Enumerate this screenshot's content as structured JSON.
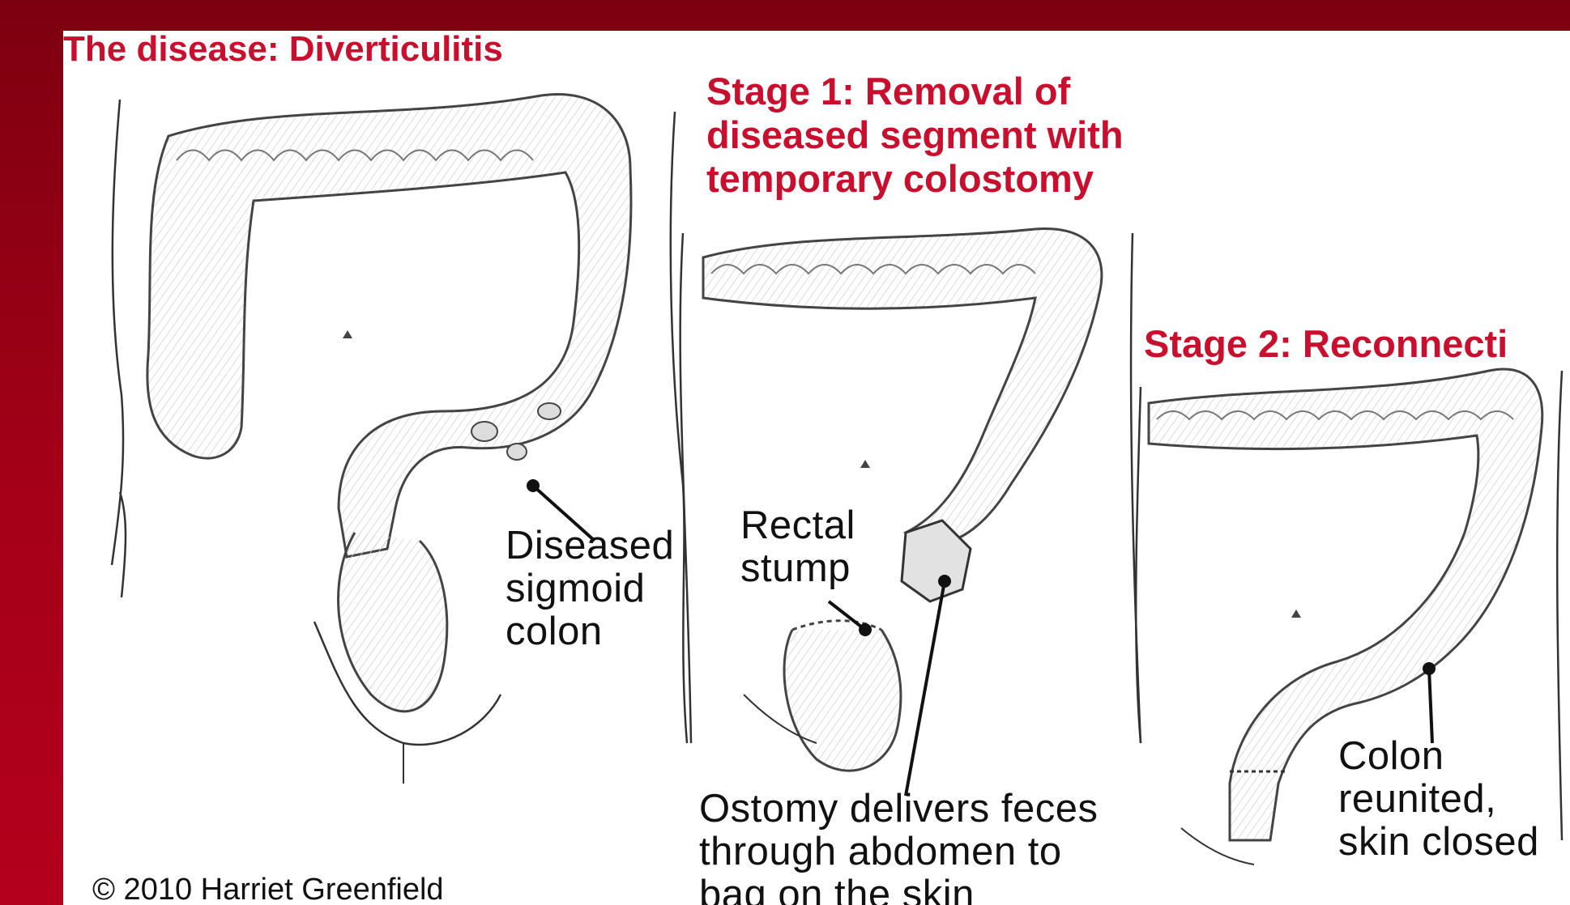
{
  "colors": {
    "frame": "#a1000f",
    "title_red": "#c8102e",
    "ink": "#111111"
  },
  "titles": {
    "disease": "The disease: Diverticulitis",
    "stage1": "Stage 1: Removal of\ndiseased segment with\ntemporary colostomy",
    "stage2": "Stage 2: Reconnecti"
  },
  "labels": {
    "diseased": "Diseased\nsigmoid\ncolon",
    "rectal": "Rectal\nstump",
    "ostomy": "Ostomy delivers feces\nthrough abdomen to\nbag on the skin",
    "colon": "Colon\nreunited,\nskin closed"
  },
  "copyright": "© 2010 Harriet Greenfield"
}
